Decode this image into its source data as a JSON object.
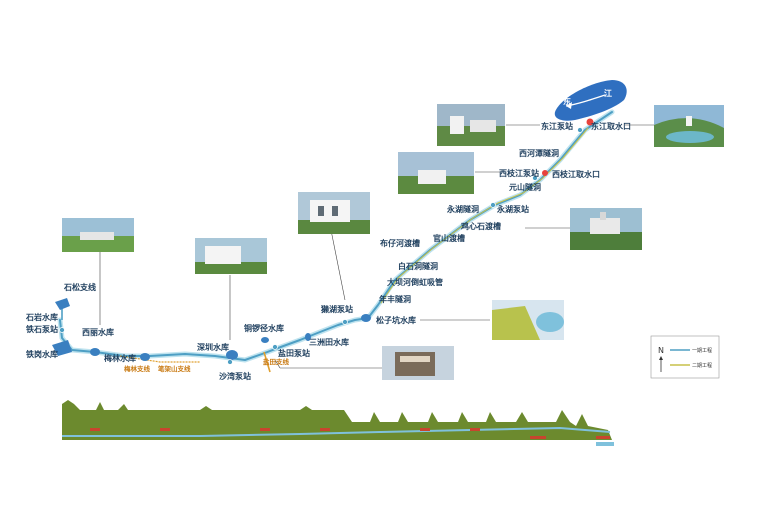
{
  "river": {
    "char1": "东",
    "char2": "江"
  },
  "labels": {
    "dongjiang_intake": "东江取水口",
    "dongjiang_pump": "东江泵站",
    "xihetan_tunnel": "西河潭隧洞",
    "xizhijiang_pump": "西枝江泵站",
    "xizhijiang_intake": "西枝江取水口",
    "yuanshan_tunnel": "元山隧洞",
    "yonghu_tunnel": "永湖隧洞",
    "yonghu_pump": "永湖泵站",
    "jixinshi_aqueduct": "鸡心石渡槽",
    "guanshan_aqueduct": "官山渡槽",
    "buzaihe_aqueduct": "布仔河渡槽",
    "baishidong_tunnel": "白石洞隧洞",
    "dabahe_siphon": "大坝河倒虹吸管",
    "nianfeng_tunnel": "年丰隧洞",
    "songzikeng_reservoir": "松子坑水库",
    "jinghu_pump": "獭湖泵站",
    "sanzhoutian_reservoir": "三洲田水库",
    "yantian_pump": "盐田泵站",
    "yantian_branch": "盐田支线",
    "tongluojing_reservoir": "铜锣径水库",
    "shenzhen_reservoir": "深圳水库",
    "shawan_pump": "沙湾泵站",
    "meilin_reservoir": "梅林水库",
    "meilin_branch": "梅林支线",
    "bijiashan_branch": "笔架山支线",
    "xili_reservoir": "西丽水库",
    "shisong_branch": "石松支线",
    "shiyan_reservoir": "石岩水库",
    "tieshi_pump": "铁石泵站",
    "tiegang_reservoir": "铁岗水库"
  },
  "legend": {
    "north": "N",
    "phase1": "一期工程",
    "phase2": "二期工程"
  },
  "colors": {
    "phase1_line": "#4e9fc4",
    "phase2_line": "#c7c14a",
    "branch_line": "#e0a030",
    "reservoir": "#3a7fc0",
    "pump_station": "#e8433c",
    "label_text": "#1f3f5e",
    "profile_terrain": "#6c8a2e",
    "profile_water": "#7fc1dc"
  }
}
